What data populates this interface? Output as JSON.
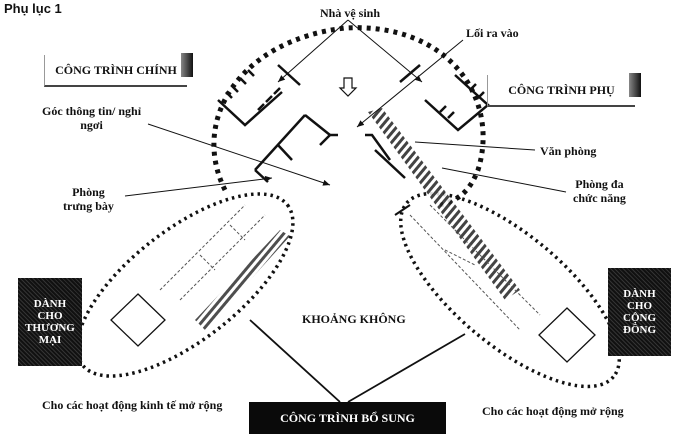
{
  "title": "Phụ lục 1",
  "boxes": {
    "main_building": "CÔNG TRÌNH CHÍNH",
    "secondary_building": "CÔNG TRÌNH PHỤ",
    "additional_building": "CÔNG TRÌNH BỔ SUNG"
  },
  "labels": {
    "restroom": "Nhà vệ sinh",
    "entrance": "Lối ra vào",
    "info_corner_line1": "Góc thông tin/ nghỉ",
    "info_corner_line2": "ngơi",
    "office": "Văn phòng",
    "showroom_line1": "Phòng",
    "showroom_line2": "trưng bày",
    "multipurpose_line1": "Phòng đa",
    "multipurpose_line2": "chức năng",
    "open_space": "KHOẢNG KHÔNG",
    "economic_activities": "Cho các hoạt động kinh tế mở rộng",
    "extended_activities": "Cho các hoạt động mở rộng"
  },
  "side_boxes": {
    "commercial": [
      "DÀNH",
      "CHO",
      "THƯƠNG",
      "MẠI"
    ],
    "community": [
      "DÀNH",
      "CHO",
      "CỘNG",
      "ĐỒNG"
    ]
  },
  "icons": {
    "entry_arrow": "down-arrow-icon"
  }
}
